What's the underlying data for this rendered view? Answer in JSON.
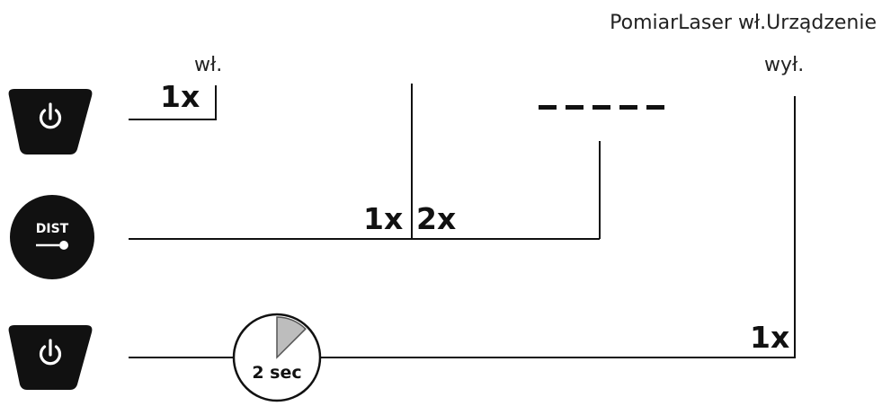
{
  "labels": {
    "on_top": "wł.",
    "measure_header": "PomiarLaser wł.Urządzenie",
    "off_label": "wył."
  },
  "counts": {
    "power_press": "1x",
    "dist_first": "1x",
    "dist_second": "2x",
    "hold_press": "1x"
  },
  "buttons": {
    "dist_label": "DIST"
  },
  "display": {
    "dashes": "-----"
  },
  "timer": {
    "label": "2 sec",
    "fraction": 0.125
  },
  "icons": [
    "power-icon",
    "dist-icon",
    "power-icon",
    "timer-icon"
  ],
  "colors": {
    "line": "#111111",
    "button": "#111111",
    "timer_wedge": "#bdbdbd"
  }
}
